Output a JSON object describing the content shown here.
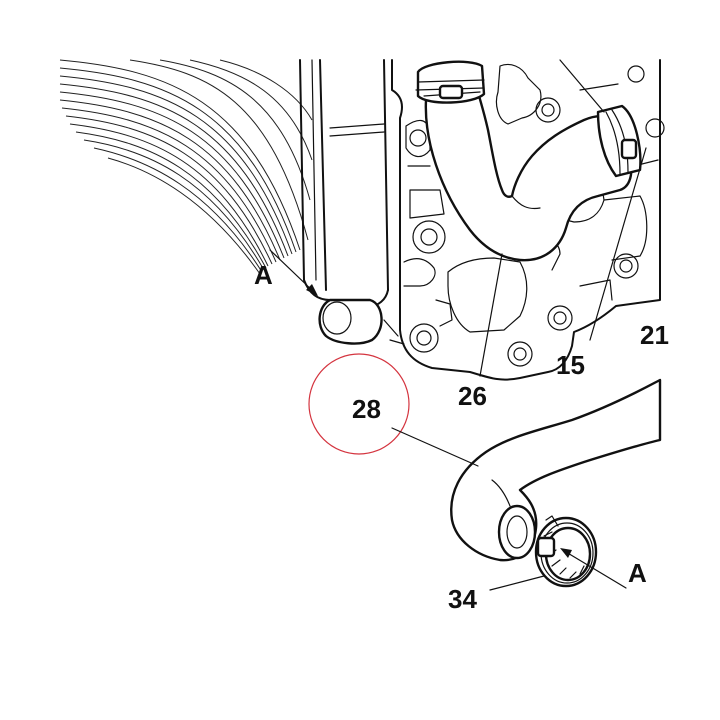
{
  "diagram": {
    "callouts": {
      "c28": "28",
      "c26": "26",
      "c15": "15",
      "c21": "21",
      "c34": "34",
      "a_left": "A",
      "a_right": "A"
    },
    "highlight_color": "#d4343f",
    "line_color": "#111111"
  }
}
